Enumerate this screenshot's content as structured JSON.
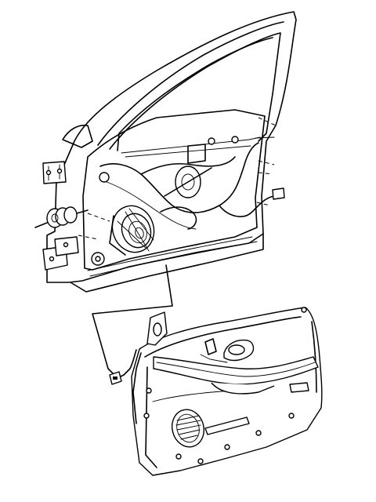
{
  "diagram": {
    "components": [
      {
        "id": "door-frame",
        "icon": "door-shell"
      },
      {
        "id": "window-frame",
        "icon": "window-frame"
      },
      {
        "id": "upper-hinge",
        "icon": "hinge"
      },
      {
        "id": "lower-hinge",
        "icon": "hinge"
      },
      {
        "id": "door-check-spring",
        "icon": "spring"
      },
      {
        "id": "door-speaker",
        "icon": "speaker"
      },
      {
        "id": "wiring-harness",
        "icon": "harness"
      },
      {
        "id": "window-regulator",
        "icon": "regulator"
      },
      {
        "id": "door-trim-panel",
        "icon": "trim-panel"
      },
      {
        "id": "trim-speaker-grille",
        "icon": "speaker-grille"
      },
      {
        "id": "inner-door-handle",
        "icon": "handle"
      },
      {
        "id": "armrest",
        "icon": "armrest"
      },
      {
        "id": "trim-connector",
        "icon": "connector"
      }
    ],
    "colors": {
      "line": "#000000",
      "background": "#ffffff"
    }
  }
}
